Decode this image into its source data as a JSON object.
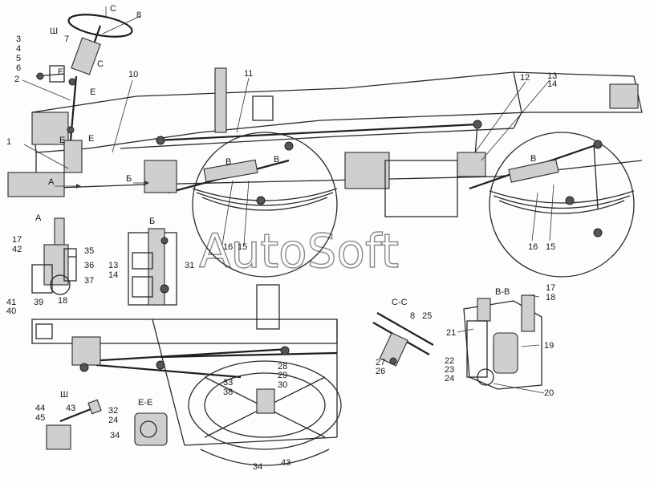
{
  "diagram": {
    "watermark": "AutoSoft",
    "section_titles": {
      "A": "А",
      "B": "Б",
      "W": "Ш",
      "CC": "С-С",
      "VV": "В-В",
      "EE": "Е-Е"
    },
    "flow_markers": [
      "А",
      "Б",
      "В",
      "В",
      "В",
      "С",
      "С",
      "Ш",
      "Е",
      "Е",
      "Е",
      "Е"
    ],
    "callouts_main": [
      "1",
      "2",
      "3",
      "4",
      "5",
      "6",
      "7",
      "8",
      "10",
      "11",
      "12",
      "13",
      "14",
      "15",
      "16"
    ],
    "callouts_detail_A": [
      "17",
      "42",
      "35",
      "36",
      "37",
      "41",
      "40",
      "39",
      "18"
    ],
    "callouts_detail_B": [
      "13",
      "14",
      "31",
      "16",
      "15"
    ],
    "callouts_lower": [
      "33",
      "38",
      "28",
      "29",
      "30",
      "34",
      "43"
    ],
    "callouts_detail_W": [
      "44",
      "45",
      "43"
    ],
    "callouts_detail_EE": [
      "32",
      "24",
      "34"
    ],
    "callouts_detail_CC": [
      "8",
      "25",
      "27",
      "26"
    ],
    "callouts_detail_VV": [
      "17",
      "18",
      "21",
      "19",
      "22",
      "23",
      "24",
      "20"
    ]
  }
}
